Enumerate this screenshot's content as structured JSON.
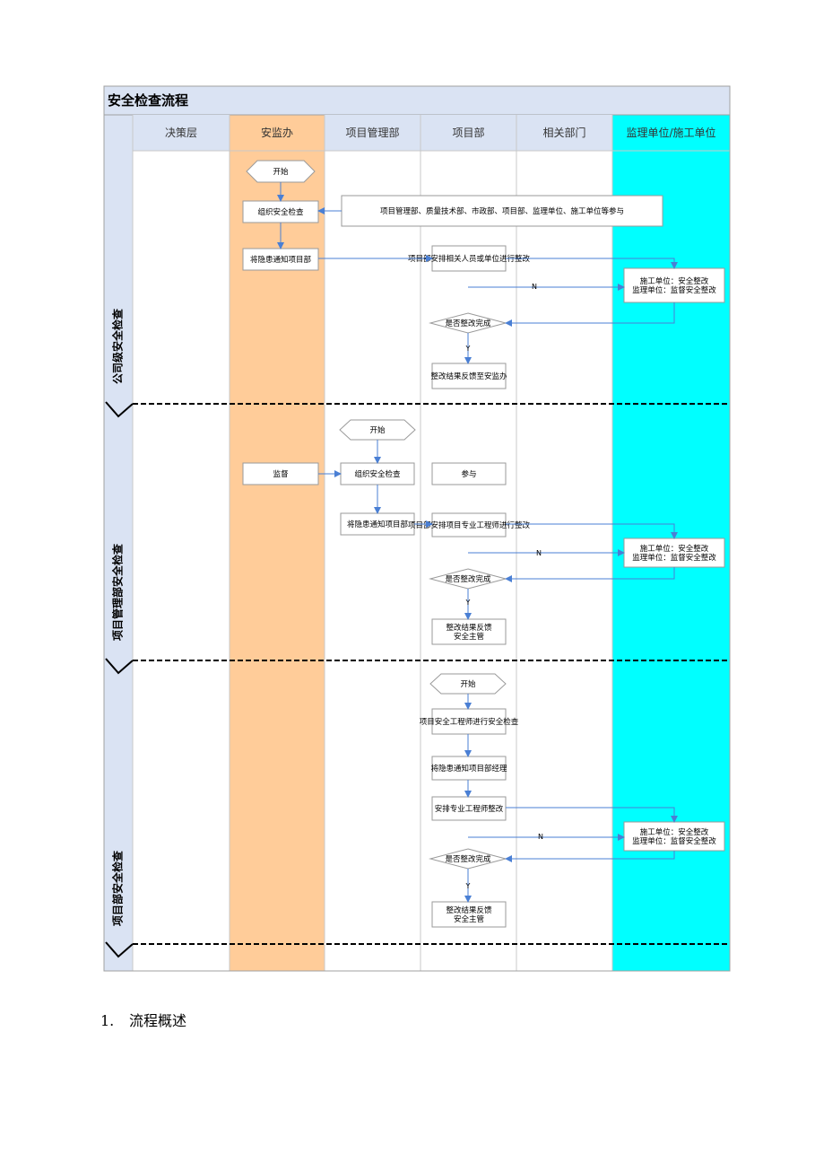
{
  "diagram": {
    "title": "安全检查流程",
    "columns": [
      "决策层",
      "安监办",
      "项目管理部",
      "项目部",
      "相关部门",
      "监理单位/施工单位"
    ],
    "colors": {
      "header": "#dae3f3",
      "lane_safety": "#ffcc99",
      "lane_contractor": "#00ffff",
      "connector": "#4a7fd4",
      "border": "#a0a0a0"
    },
    "sections": [
      {
        "label": "公司级安全检查",
        "nodes": {
          "start": "开始",
          "organize": "组织安全检查",
          "participants": "项目管理部、质量技术部、市政部、项目部、监理单位、施工单位等参与",
          "notify": "将隐患通知项目部",
          "arrange": "项目部安排相关人员或单位进行整改",
          "contractor": "施工单位：安全整改\n监理单位：监督安全整改",
          "decision": "是否整改完成",
          "feedback": "整改结果反馈至安监办"
        },
        "no_label": "N",
        "yes_label": "Y"
      },
      {
        "label": "项目管理部安全检查",
        "nodes": {
          "start": "开始",
          "supervise": "监督",
          "organize": "组织安全检查",
          "participate": "参与",
          "notify": "将隐患通知项目部",
          "arrange": "项目部安排项目专业工程师进行整改",
          "contractor": "施工单位：安全整改\n监理单位：监督安全整改",
          "decision": "是否整改完成",
          "feedback": "整改结果反馈\n安全主管"
        },
        "no_label": "N",
        "yes_label": "Y"
      },
      {
        "label": "项目部安全检查",
        "nodes": {
          "start": "开始",
          "inspect": "项目安全工程师进行安全检查",
          "notify": "将隐患通知项目部经理",
          "arrange": "安排专业工程师整改",
          "contractor": "施工单位：安全整改\n监理单位：监督安全整改",
          "decision": "是否整改完成",
          "feedback": "整改结果反馈\n安全主管"
        },
        "no_label": "N",
        "yes_label": "Y"
      }
    ]
  },
  "footer": {
    "item_number": "1.",
    "item_text": "流程概述"
  }
}
